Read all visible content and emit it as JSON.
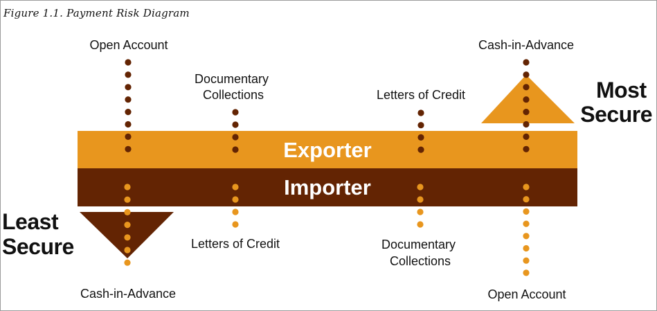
{
  "figure": {
    "caption": "Figure 1.1. Payment Risk Diagram"
  },
  "bands": {
    "exporter": {
      "label": "Exporter",
      "color": "#E8961E"
    },
    "importer": {
      "label": "Importer",
      "color": "#632403"
    }
  },
  "security": {
    "most": [
      "Most",
      "Secure"
    ],
    "least": [
      "Least",
      "Secure"
    ]
  },
  "exporter_side": {
    "methods": [
      [
        "Open Account"
      ],
      [
        "Documentary",
        "Collections"
      ],
      [
        "Letters of Credit"
      ],
      [
        "Cash-in-Advance"
      ]
    ]
  },
  "importer_side": {
    "methods": [
      [
        "Cash-in-Advance"
      ],
      [
        "Letters of Credit"
      ],
      [
        "Documentary",
        "Collections"
      ],
      [
        "Open Account"
      ]
    ]
  },
  "colors": {
    "dark_dot": "#632403",
    "light_dot": "#E8961E",
    "text": "#111111"
  }
}
